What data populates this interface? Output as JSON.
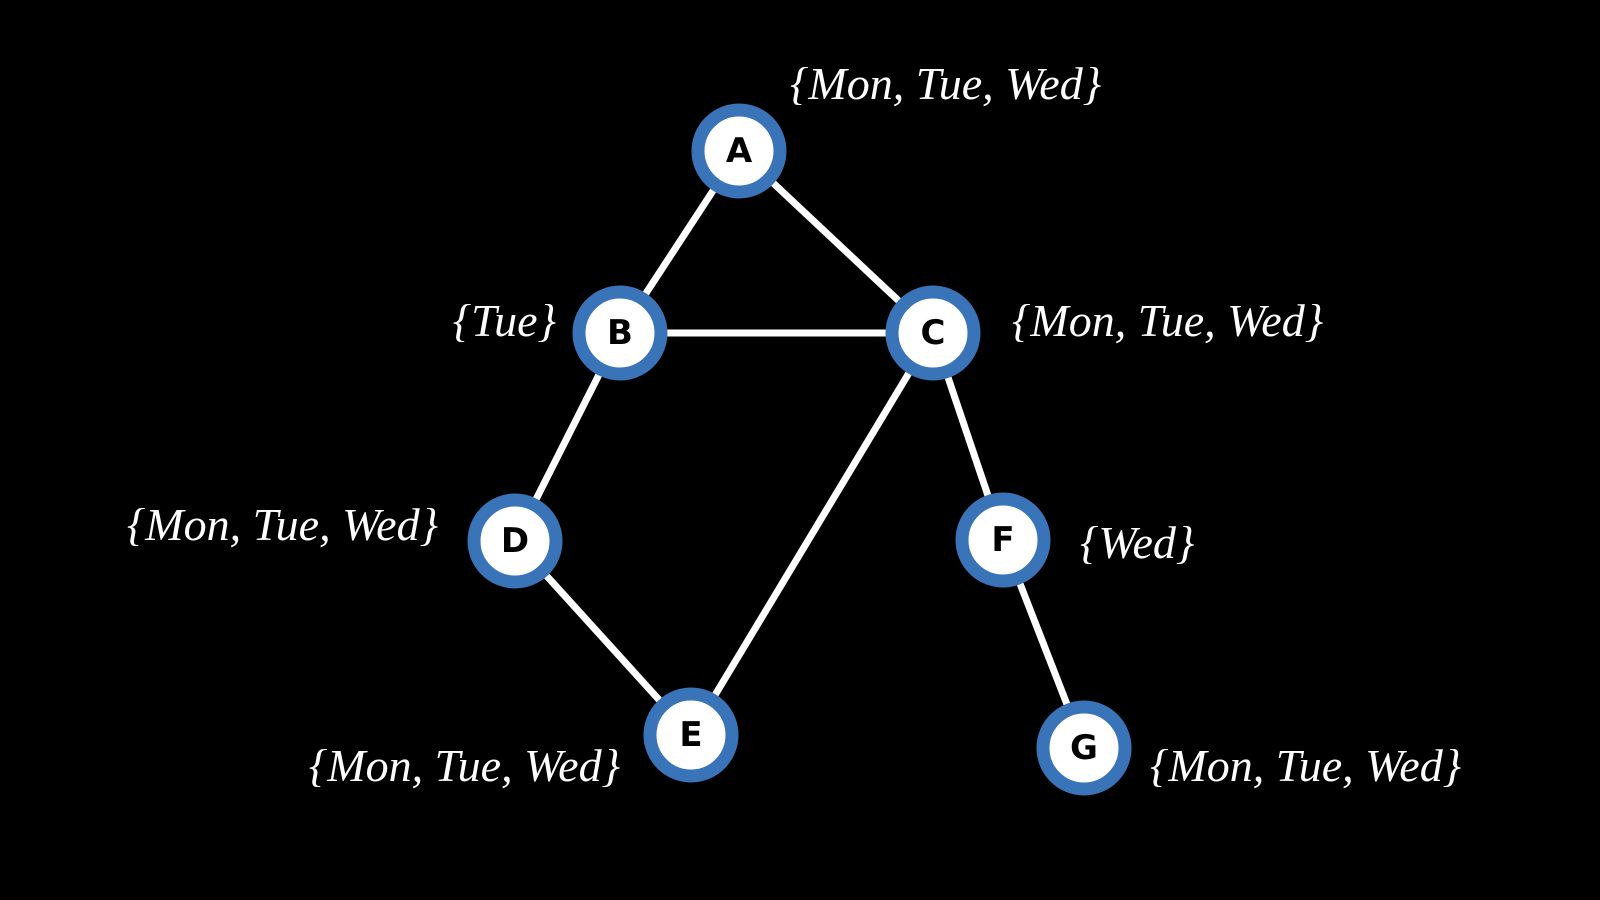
{
  "colors": {
    "background": "#000000",
    "edge": "#ffffff",
    "node_fill": "#ffffff",
    "node_ring": "#3a74b8",
    "node_text": "#000000",
    "label_text": "#ffffff"
  },
  "nodes": [
    {
      "id": "A",
      "label": "A",
      "domain": "{Mon, Tue, Wed}"
    },
    {
      "id": "B",
      "label": "B",
      "domain": "{Tue}"
    },
    {
      "id": "C",
      "label": "C",
      "domain": "{Mon, Tue, Wed}"
    },
    {
      "id": "D",
      "label": "D",
      "domain": "{Mon, Tue, Wed}"
    },
    {
      "id": "E",
      "label": "E",
      "domain": "{Mon, Tue, Wed}"
    },
    {
      "id": "F",
      "label": "F",
      "domain": "{Wed}"
    },
    {
      "id": "G",
      "label": "G",
      "domain": "{Mon, Tue, Wed}"
    }
  ],
  "edges": [
    {
      "from": "A",
      "to": "B"
    },
    {
      "from": "A",
      "to": "C"
    },
    {
      "from": "B",
      "to": "C"
    },
    {
      "from": "B",
      "to": "D"
    },
    {
      "from": "C",
      "to": "E"
    },
    {
      "from": "C",
      "to": "F"
    },
    {
      "from": "D",
      "to": "E"
    },
    {
      "from": "F",
      "to": "G"
    }
  ]
}
